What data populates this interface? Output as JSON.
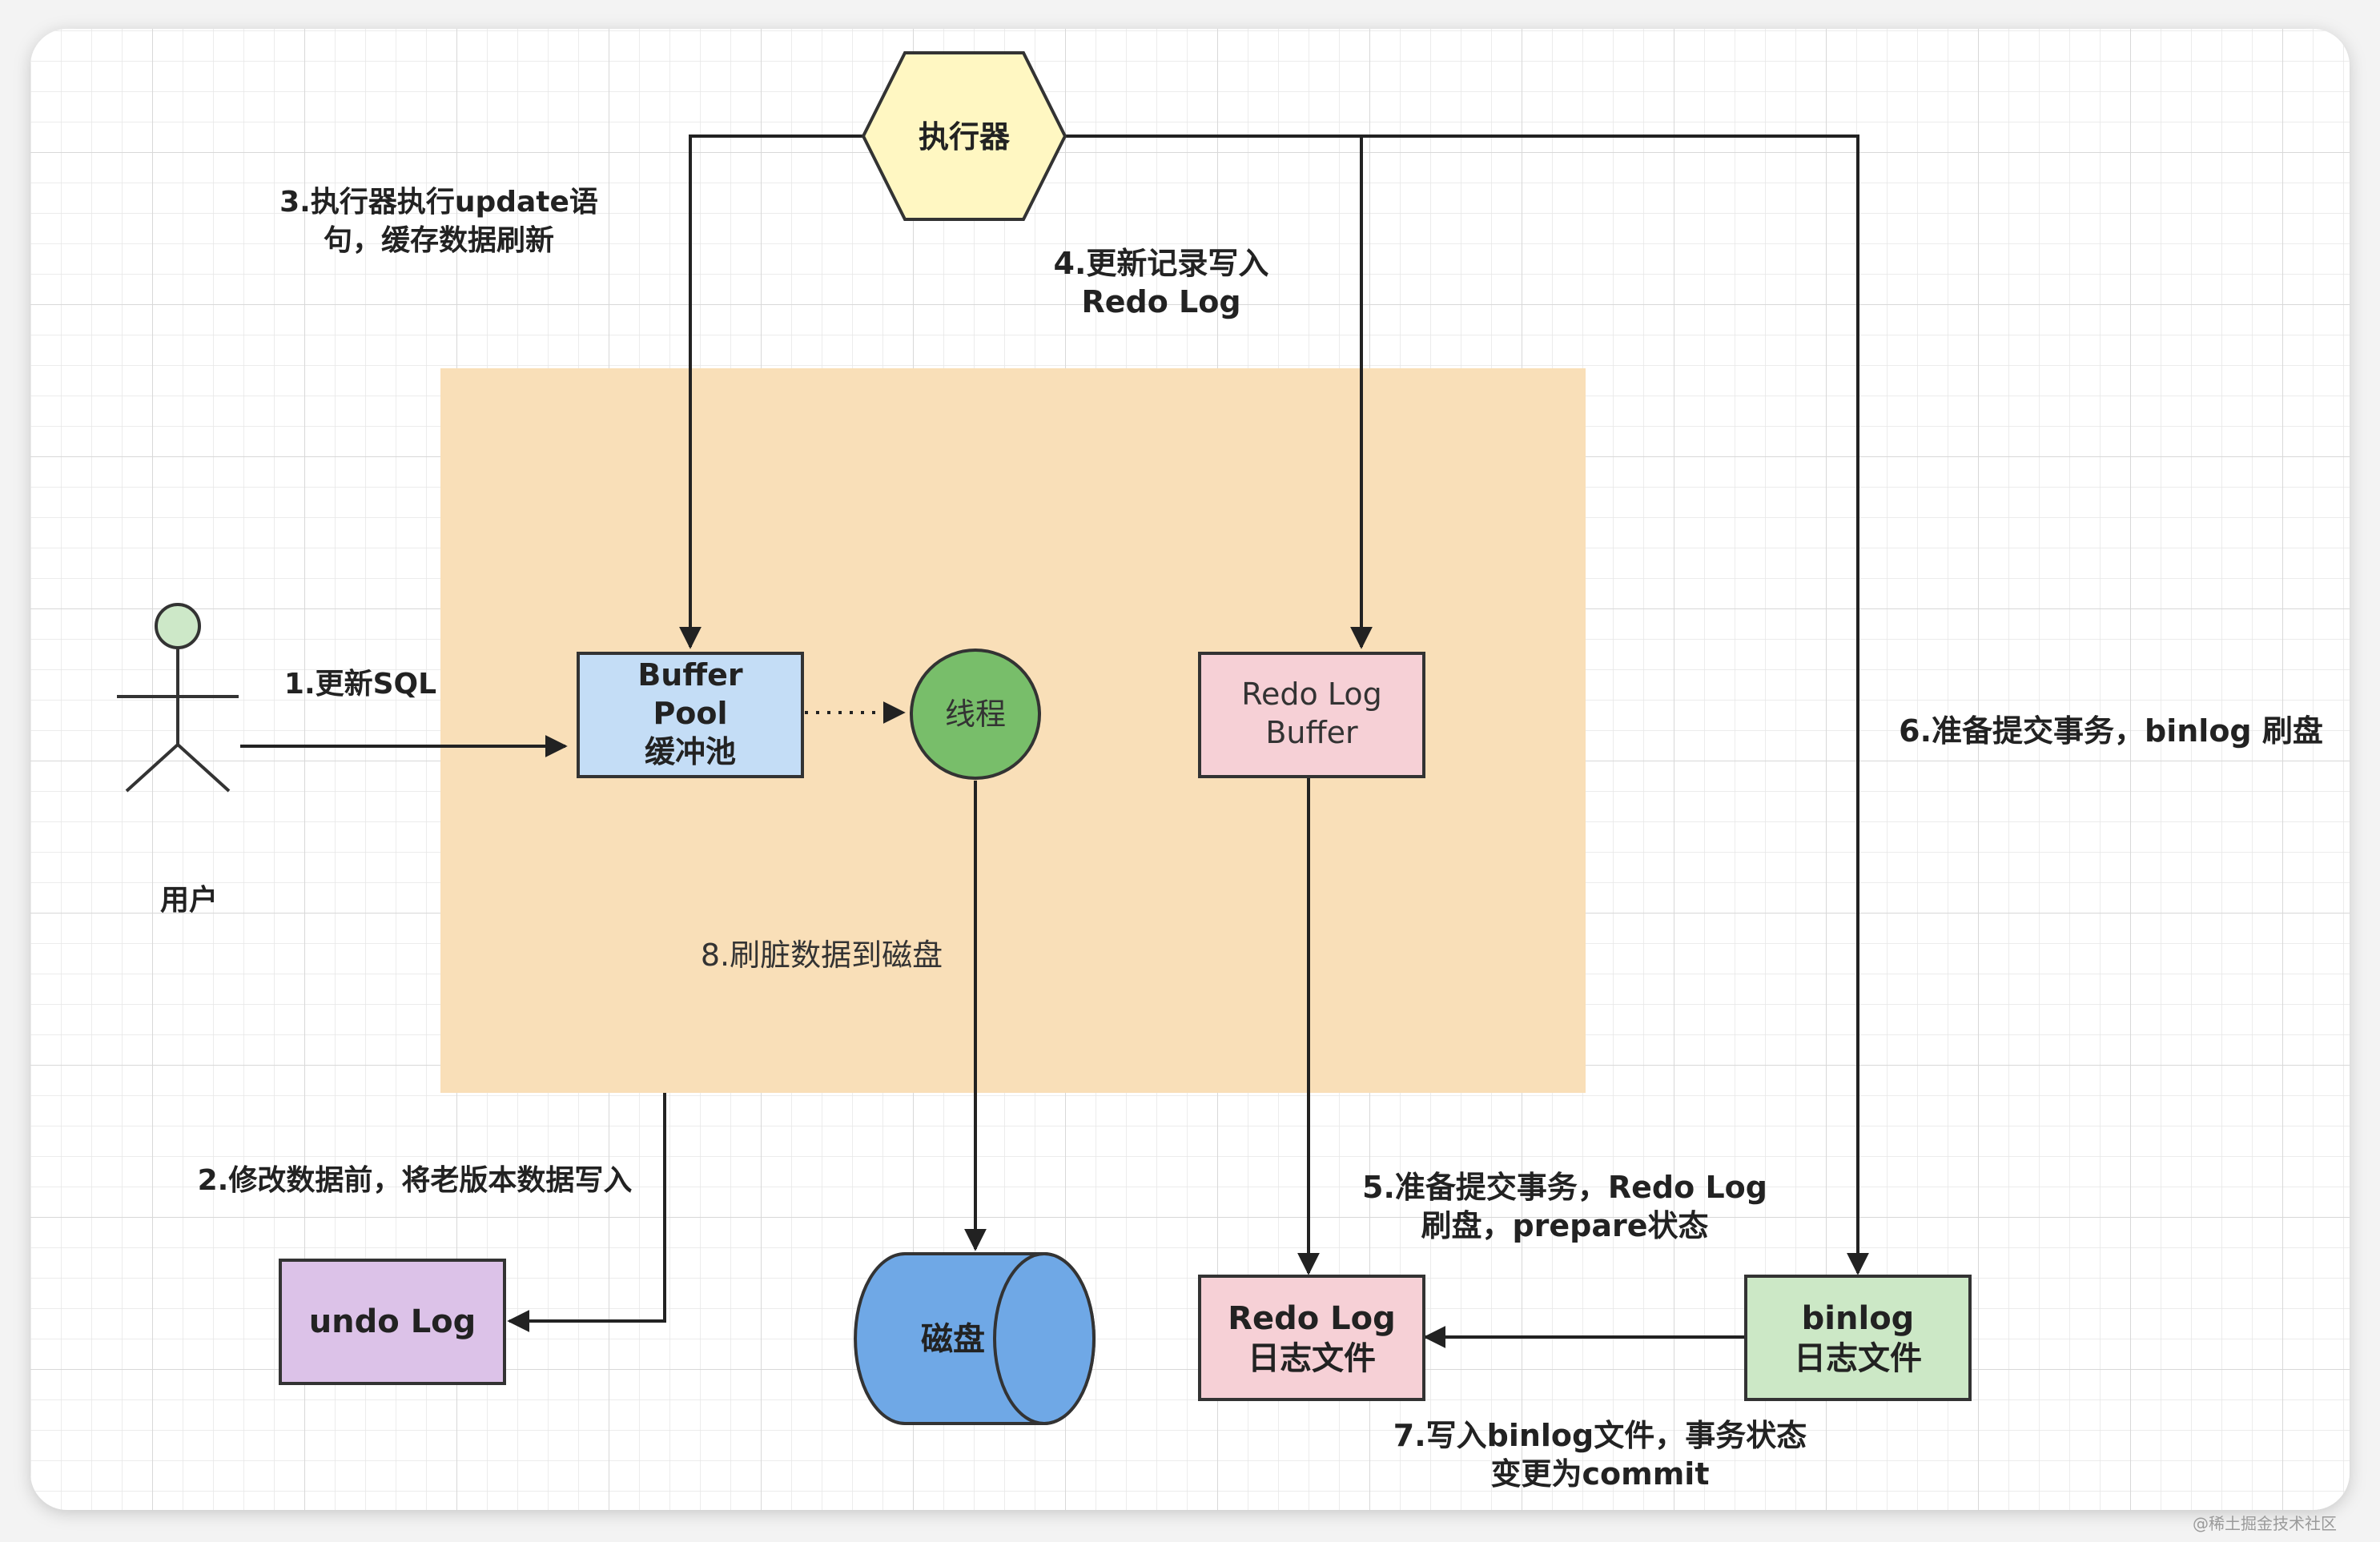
{
  "diagram": {
    "colors": {
      "executor_fill": "#FFF7C2",
      "buffer_pool_fill": "#C4DDF6",
      "thread_fill": "#78BE6A",
      "redo_buffer_fill": "#F6D0D6",
      "undo_fill": "#DCC2E8",
      "disk_fill": "#6FA8E6",
      "redo_file_fill": "#F6D0D6",
      "binlog_fill": "#CCE8C6",
      "memory_region_fill": "#F9DFB8",
      "stroke": "#333333",
      "user_head": "#CDE8C8"
    },
    "nodes": {
      "executor": "执行器",
      "buffer_pool": [
        "Buffer",
        "Pool",
        "缓冲池"
      ],
      "thread": "线程",
      "redo_log_buffer": [
        "Redo Log",
        "Buffer"
      ],
      "undo_log": "undo Log",
      "disk": "磁盘",
      "redo_log_file": [
        "Redo Log",
        "日志文件"
      ],
      "binlog_file": [
        "binlog",
        "日志文件"
      ],
      "user": "用户"
    },
    "steps": {
      "s1": "1.更新SQL",
      "s2": "2.修改数据前，将老版本数据写入",
      "s3": [
        "3.执行器执行update语",
        "句，缓存数据刷新"
      ],
      "s4": [
        "4.更新记录写入",
        "Redo Log"
      ],
      "s5": [
        "5.准备提交事务，Redo Log",
        "刷盘，prepare状态"
      ],
      "s6": "6.准备提交事务，binlog 刷盘",
      "s7": [
        "7.写入binlog文件，事务状态",
        "变更为commit"
      ],
      "s8": "8.刷脏数据到磁盘"
    },
    "watermark": "@稀土掘金技术社区"
  }
}
